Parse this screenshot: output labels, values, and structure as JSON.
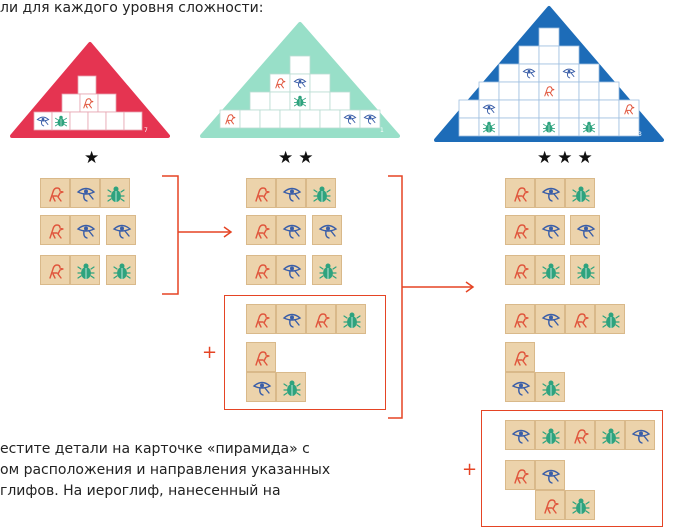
{
  "intro_text": "ли для каждого уровня сложности:",
  "levels": [
    {
      "stars": "★",
      "card_number": "7",
      "card_color": "#e53451"
    },
    {
      "stars": "★★",
      "card_number": "1",
      "card_color": "#98dfc8"
    },
    {
      "stars": "★★★",
      "card_number": "3",
      "card_color": "#1d6cb8"
    }
  ],
  "plus_sign": "+",
  "paragraph_lines": [
    "естите детали на карточке «пирамида» с",
    "ом расположения и направления указанных",
    "глифов.   На   иероглиф,   нанесенный   на"
  ],
  "colors": {
    "accent": "#e54424",
    "tile": "#ecd3ab",
    "bird": "#e0553c",
    "eye": "#3a5ea8",
    "scarab": "#2ea37e"
  },
  "icons": [
    "bird-icon",
    "eye-icon",
    "scarab-icon"
  ]
}
